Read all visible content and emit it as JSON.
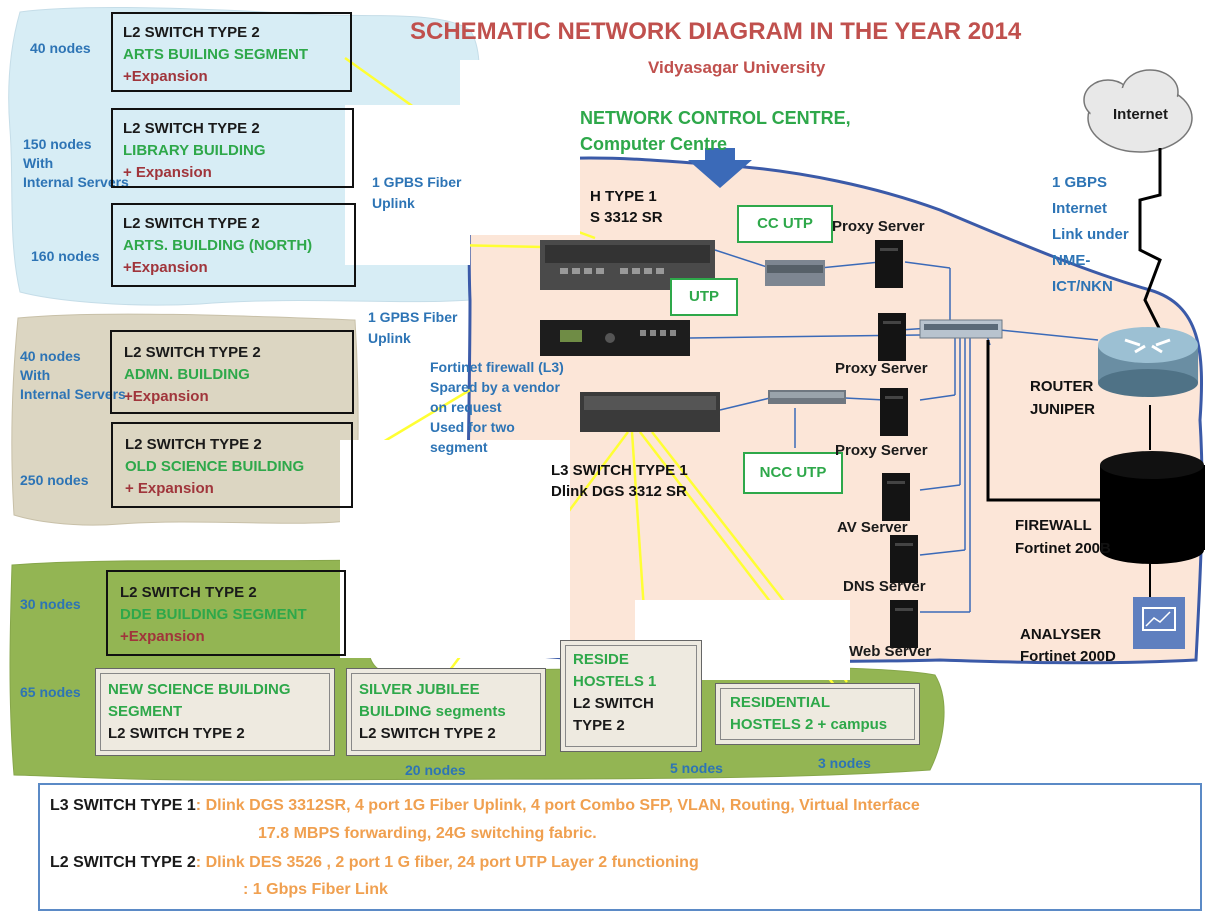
{
  "title": "SCHEMATIC NETWORK DIAGRAM  IN THE YEAR 2014",
  "subtitle": "Vidyasagar University",
  "ncc_line1": "NETWORK CONTROL CENTRE,",
  "ncc_line2": "Computer Centre",
  "internet_label": "Internet",
  "internet_link": [
    "1 GBPS",
    "Internet",
    "Link under",
    "NME-",
    "ICT/NKN"
  ],
  "fiber_uplink_1": [
    "1 GPBS Fiber",
    "Uplink"
  ],
  "fiber_uplink_2": [
    "1 GPBS Fiber",
    "Uplink"
  ],
  "l3_top": [
    "H TYPE 1",
    "S 3312 SR"
  ],
  "l3_bottom": [
    "L3 SWITCH TYPE 1",
    "Dlink DGS 3312 SR"
  ],
  "fortinet_note": [
    "Fortinet firewall (L3)",
    "Spared by a vendor",
    "on request",
    "Used for two",
    "segment"
  ],
  "tags": {
    "cc_utp": "CC UTP",
    "utp": "UTP",
    "ncc_utp": "NCC UTP"
  },
  "servers": {
    "proxy1": "Proxy Server",
    "proxy2": "Proxy Server",
    "proxy3": "Proxy Server",
    "av": "AV Server",
    "dns": "DNS  Server",
    "web": "Web Server"
  },
  "router": [
    "ROUTER",
    "JUNIPER"
  ],
  "firewall": [
    "FIREWALL",
    "Fortinet 200B"
  ],
  "analyser": [
    "ANALYSER",
    "Fortinet 200D"
  ],
  "left_nodes": {
    "n1": "40 nodes",
    "n2": [
      "150 nodes",
      "With",
      "Internal Servers"
    ],
    "n3": "160 nodes",
    "n4": [
      "40 nodes",
      "With",
      "Internal Servers"
    ],
    "n5": "250 nodes",
    "n6": "30 nodes",
    "n7": "65 nodes"
  },
  "switches": [
    {
      "type": "L2 SWITCH TYPE 2",
      "name": "ARTS BUILING SEGMENT",
      "exp": "+Expansion"
    },
    {
      "type": "L2 SWITCH TYPE 2",
      "name": "LIBRARY BUILDING",
      "exp": "+ Expansion"
    },
    {
      "type": "L2 SWITCH TYPE 2",
      "name": "ARTS. BUILDING (NORTH)",
      "exp": "+Expansion"
    },
    {
      "type": "L2 SWITCH TYPE 2",
      "name": "ADMN. BUILDING",
      "exp": "+Expansion"
    },
    {
      "type": "L2 SWITCH TYPE 2",
      "name": "OLD SCIENCE BUILDING",
      "exp": "+ Expansion"
    },
    {
      "type": "L2 SWITCH TYPE 2",
      "name": "DDE BUILDING SEGMENT",
      "exp": "+Expansion"
    }
  ],
  "bottom_switches": {
    "new_science": [
      "NEW SCIENCE BUILDING",
      "SEGMENT",
      "L2 SWITCH TYPE 2"
    ],
    "silver": [
      "SILVER JUBILEE",
      "BUILDING segments",
      "L2 SWITCH TYPE 2"
    ],
    "hostels1": [
      "RESIDE",
      "HOSTELS 1",
      "L2 SWITCH",
      "TYPE 2"
    ],
    "hostels2": [
      "RESIDENTIAL",
      "HOSTELS  2 + campus"
    ]
  },
  "bottom_nodes": {
    "a": "20 nodes",
    "b": "5 nodes",
    "c": "3 nodes"
  },
  "legend": {
    "l3_label": "L3 SWITCH TYPE  1",
    "l3_desc": ": Dlink DGS 3312SR, 4 port 1G Fiber Uplink, 4 port Combo SFP, VLAN, Routing, Virtual Interface",
    "l3_desc2": "17.8 MBPS forwarding, 24G switching fabric.",
    "l2_label": "L2 SWITCH TYPE  2",
    "l2_desc": ": Dlink DES 3526 , 2 port 1 G fiber, 24 port UTP Layer 2 functioning",
    "fiber_desc": ":  1 Gbps Fiber Link"
  },
  "colors": {
    "fiber": "#ffff33",
    "link": "#3b6ab8",
    "title": "#c0504d",
    "green": "#2ea84a",
    "orange": "#f0a050"
  }
}
